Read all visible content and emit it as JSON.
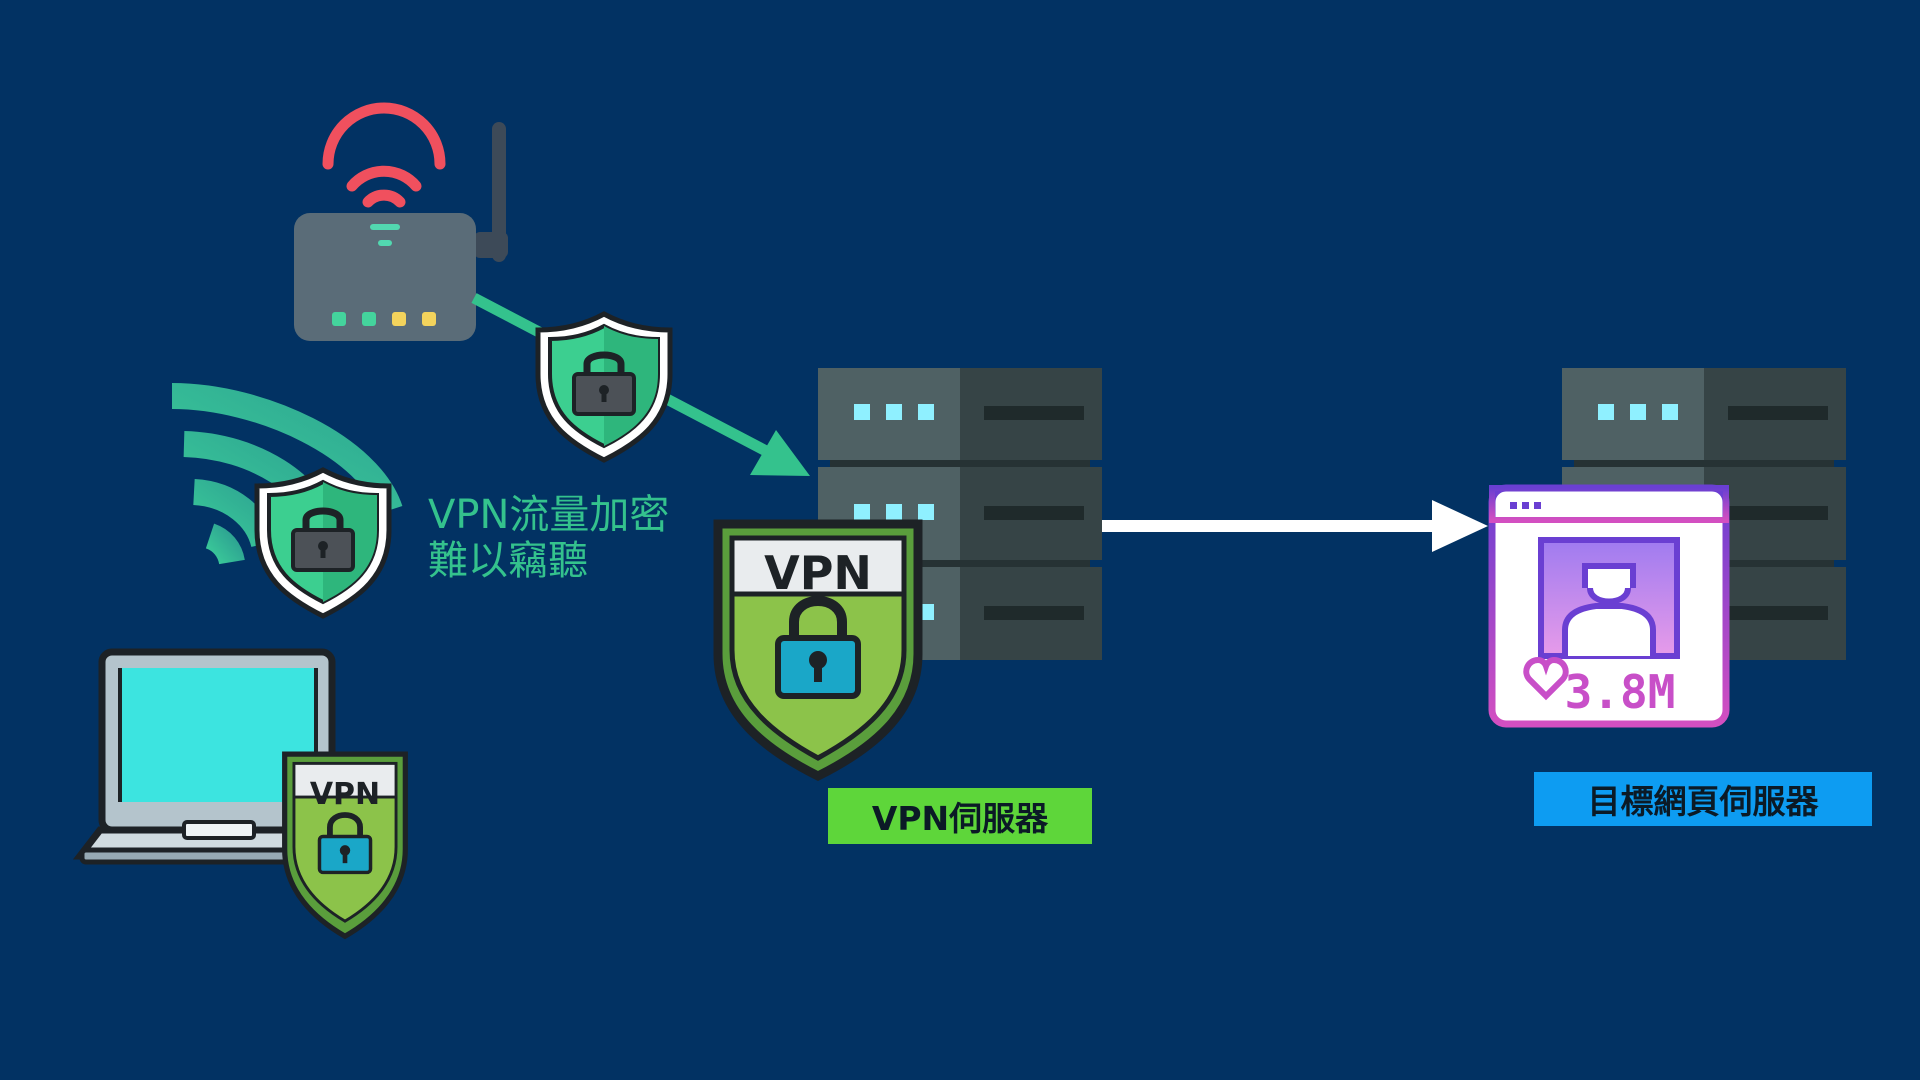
{
  "caption": {
    "line1": "VPN流量加密",
    "line2": "難以竊聽"
  },
  "badges": {
    "vpn_text": "VPN"
  },
  "webpage": {
    "likes": "3.8M"
  },
  "labels": {
    "vpn_server": "VPN伺服器",
    "target_server": "目標網頁伺服器"
  },
  "colors": {
    "background": "#023263",
    "tunnel": "#34c28d",
    "vpn_label_bg": "#5ed63a",
    "target_label_bg": "#0d9cf2",
    "wifi_red": "#f0505e",
    "arrow": "#ffffff"
  },
  "icons": [
    "wifi-router-icon",
    "wifi-signal-icon",
    "shield-lock-icon",
    "laptop-icon",
    "vpn-shield-icon",
    "server-rack-icon",
    "webpage-profile-icon",
    "heart-icon"
  ]
}
